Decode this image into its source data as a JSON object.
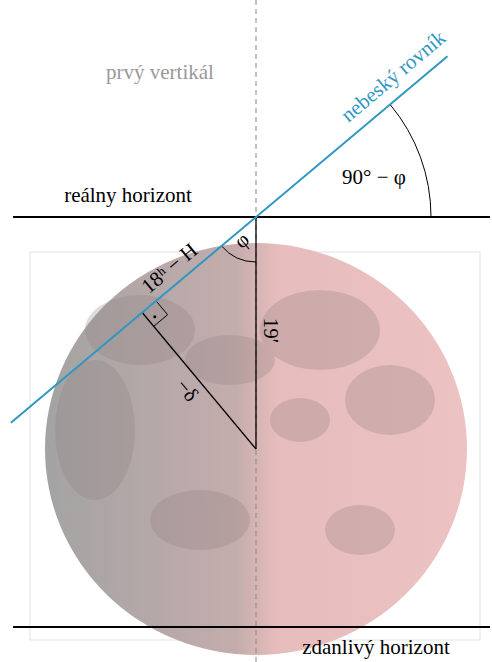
{
  "diagram": {
    "labels": [
      "prvý vertikál",
      "nebeský rovník",
      "reálny horizont",
      "90° − φ",
      "18ʰ − H",
      "φ",
      "19′",
      "−δ",
      "zdanlivý horizont"
    ]
  }
}
